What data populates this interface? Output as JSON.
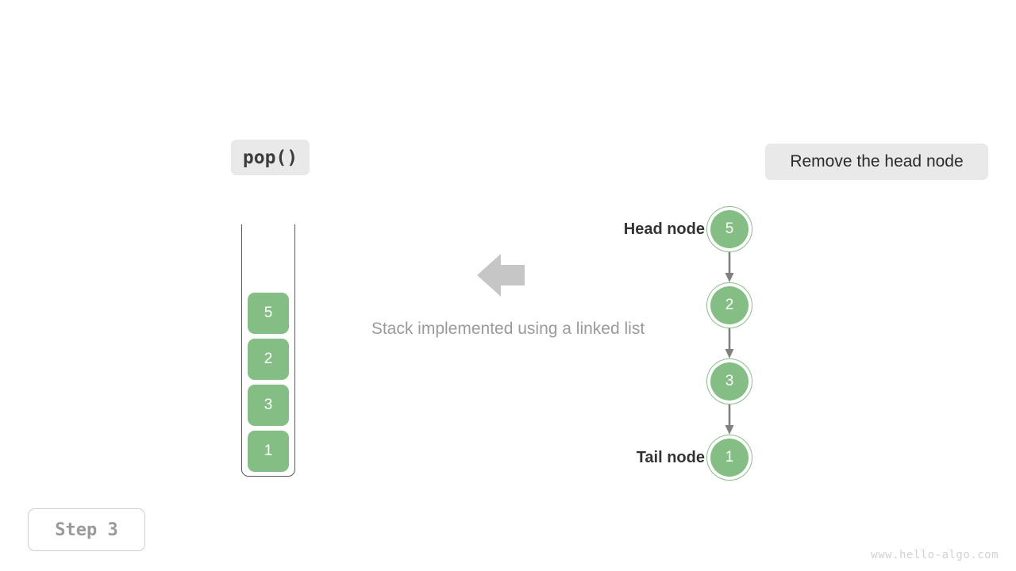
{
  "operation": {
    "label": "pop()"
  },
  "action": {
    "label": "Remove the head node"
  },
  "caption": {
    "text": "Stack implemented using a linked list"
  },
  "stack": {
    "cells": [
      {
        "value": "5"
      },
      {
        "value": "2"
      },
      {
        "value": "3"
      },
      {
        "value": "1"
      }
    ]
  },
  "linked_list": {
    "head_label": "Head node",
    "tail_label": "Tail node",
    "nodes": [
      {
        "value": "5"
      },
      {
        "value": "2"
      },
      {
        "value": "3"
      },
      {
        "value": "1"
      }
    ]
  },
  "step": {
    "label": "Step 3"
  },
  "watermark": {
    "text": "www.hello-algo.com"
  },
  "colors": {
    "node_fill": "#84be84",
    "node_ring": "#86c186",
    "badge_bg": "#e9e9e9",
    "arrow_gray": "#c6c6c6",
    "link_gray": "#808080",
    "caption_gray": "#9a9a9a",
    "frame_stroke": "#555555"
  }
}
